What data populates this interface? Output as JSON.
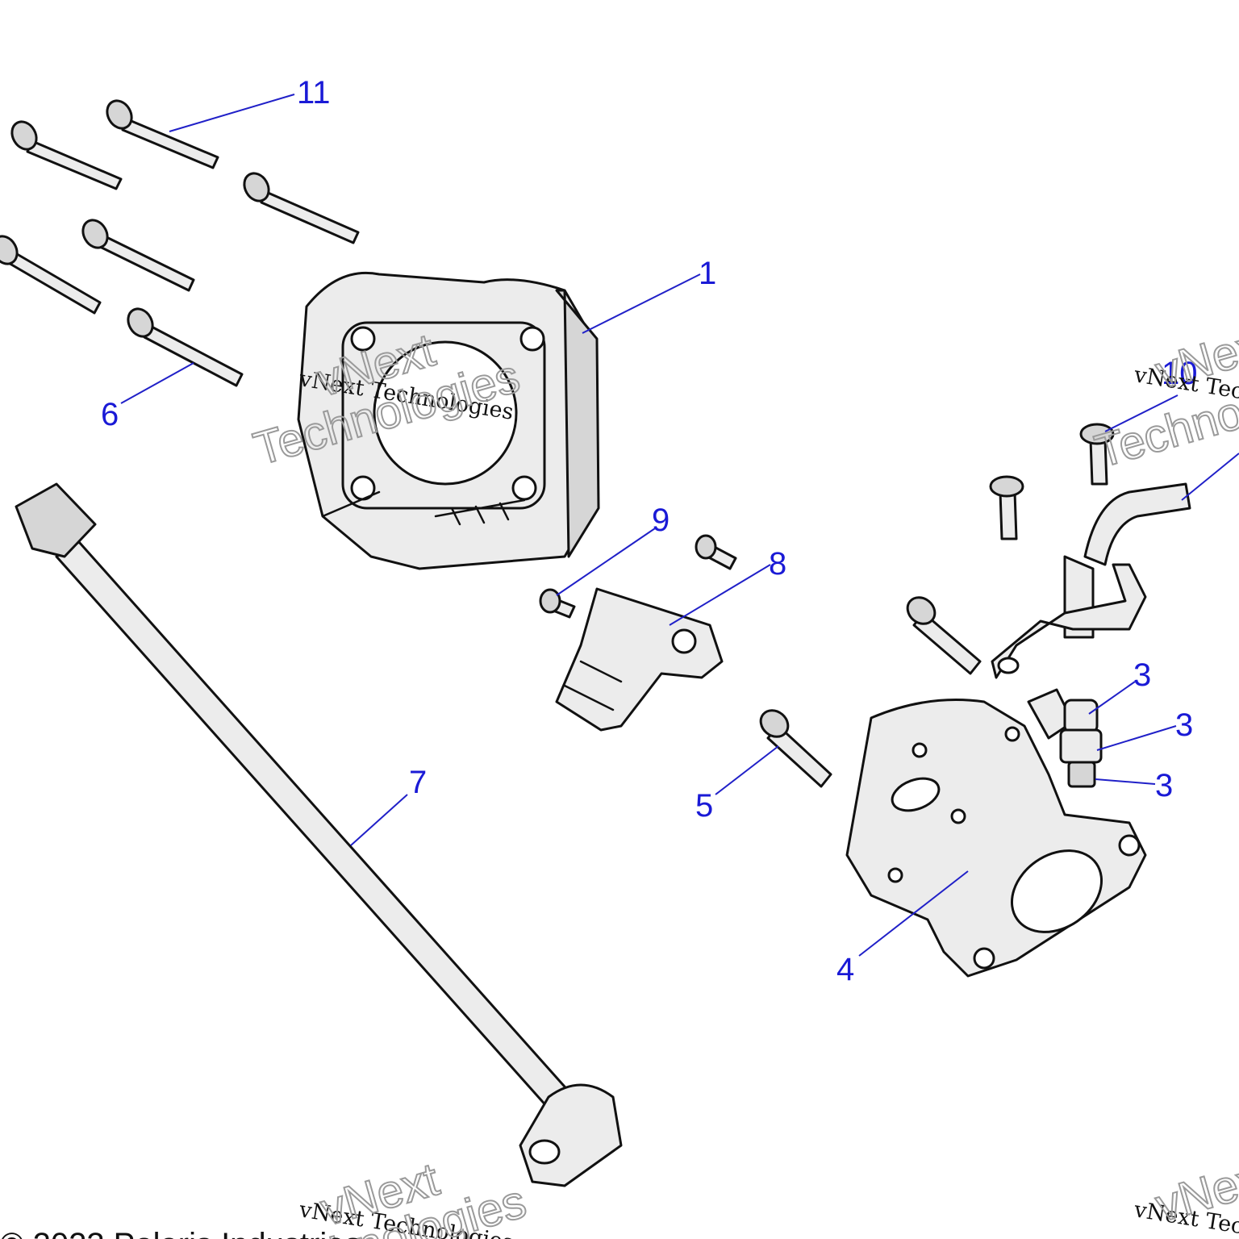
{
  "callouts": [
    {
      "label": "11"
    },
    {
      "label": "1"
    },
    {
      "label": "6"
    },
    {
      "label": "10"
    },
    {
      "label": "9"
    },
    {
      "label": "8"
    },
    {
      "label": "3"
    },
    {
      "label": "3"
    },
    {
      "label": "3"
    },
    {
      "label": "7"
    },
    {
      "label": "5"
    },
    {
      "label": "4"
    }
  ],
  "watermark": {
    "line": "vNext Technologies",
    "word1": "vNext",
    "word2": "Technologies"
  },
  "copyright": "© 2023 Polaris Industries"
}
